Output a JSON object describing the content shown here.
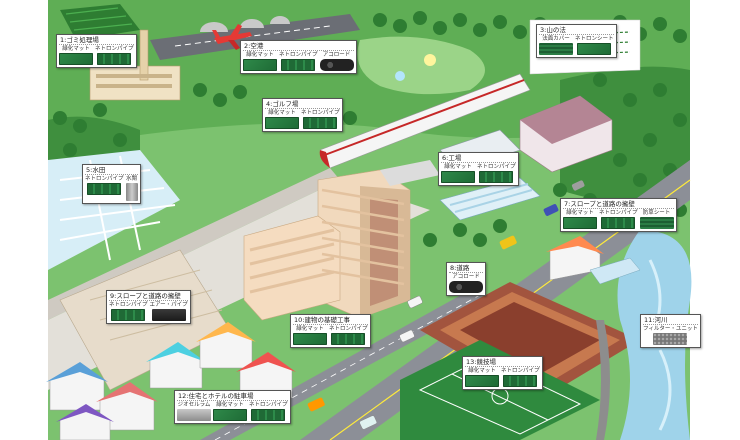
{
  "callouts": [
    {
      "id": "c1",
      "title": "1:ゴミ処理場",
      "items": [
        {
          "label": "緑化マット",
          "sw": "mat"
        },
        {
          "label": "ネトロンパイプ",
          "sw": "pipe"
        }
      ]
    },
    {
      "id": "c2",
      "title": "2:空港",
      "items": [
        {
          "label": "緑化マット",
          "sw": "mat"
        },
        {
          "label": "ネトロンパイプ",
          "sw": "pipe"
        },
        {
          "label": "アコロード",
          "sw": "roll"
        }
      ]
    },
    {
      "id": "c3",
      "title": "3:山の法",
      "items": [
        {
          "label": "法面カバー",
          "sw": "sheet"
        },
        {
          "label": "ネトロンシート",
          "sw": "mat"
        }
      ]
    },
    {
      "id": "c4",
      "title": "4:ゴルフ場",
      "items": [
        {
          "label": "緑化マット",
          "sw": "mat"
        },
        {
          "label": "ネトロンパイプ",
          "sw": "pipe"
        }
      ]
    },
    {
      "id": "c5",
      "title": "5:水田",
      "items": [
        {
          "label": "ネトロンパイプ",
          "sw": "pipe"
        },
        {
          "label": "水閘",
          "sw": "post"
        }
      ]
    },
    {
      "id": "c6",
      "title": "6:工場",
      "items": [
        {
          "label": "緑化マット",
          "sw": "mat"
        },
        {
          "label": "ネトロンパイプ",
          "sw": "pipe"
        }
      ]
    },
    {
      "id": "c7",
      "title": "7:スロープと道路の擁壁",
      "items": [
        {
          "label": "緑化マット",
          "sw": "mat"
        },
        {
          "label": "ネトロンパイプ",
          "sw": "pipe"
        },
        {
          "label": "防草シート",
          "sw": "sheet"
        }
      ]
    },
    {
      "id": "c8",
      "title": "8:道路",
      "items": [
        {
          "label": "アコロード",
          "sw": "roll"
        }
      ]
    },
    {
      "id": "c9",
      "title": "9:スロープと道路の擁壁",
      "items": [
        {
          "label": "ネトロンパイプ",
          "sw": "pipe"
        },
        {
          "label": "エアー・パイプ",
          "sw": "blk"
        }
      ]
    },
    {
      "id": "c10",
      "title": "10:建物の基礎工事",
      "items": [
        {
          "label": "緑化マット",
          "sw": "mat"
        },
        {
          "label": "ネトロンパイプ",
          "sw": "pipe"
        }
      ]
    },
    {
      "id": "c11",
      "title": "11:河川",
      "items": [
        {
          "label": "フィルター・ユニット",
          "sw": "gravel"
        }
      ]
    },
    {
      "id": "c12",
      "title": "12:住宅とホテルの駐車場",
      "items": [
        {
          "label": "ジオセルラム",
          "sw": "grey"
        },
        {
          "label": "緑化マット",
          "sw": "mat"
        },
        {
          "label": "ネトロンパイプ",
          "sw": "pipe"
        }
      ]
    },
    {
      "id": "c13",
      "title": "13:競技場",
      "items": [
        {
          "label": "緑化マット",
          "sw": "mat"
        },
        {
          "label": "ネトロンパイプ",
          "sw": "pipe"
        }
      ]
    }
  ],
  "colors": {
    "forest": "#4fa24a",
    "forest_dark": "#2e7d32",
    "road": "#8c8f97",
    "sidewalk": "#d9d6cf",
    "building_peach": "#f0d6b8",
    "roof_red": "#d9534f",
    "water": "#9fd3ea",
    "field_green": "#2f8a3e"
  }
}
